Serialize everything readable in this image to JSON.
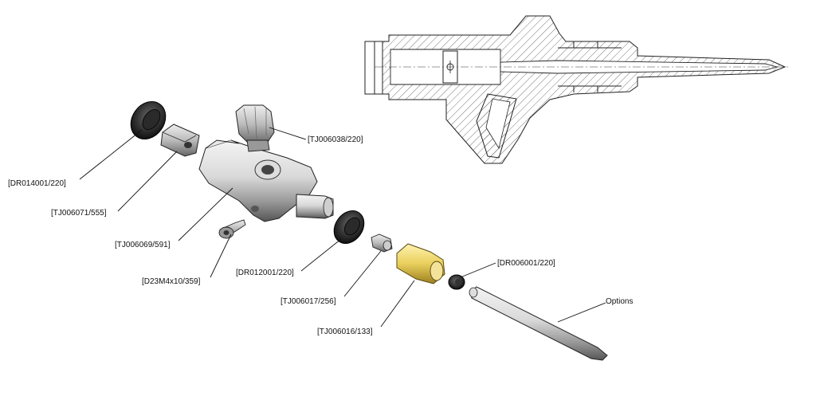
{
  "labels": {
    "dr014001": "[DR014001/220]",
    "tj006071": "[TJ006071/555]",
    "tj006069": "[TJ006069/591]",
    "d23m4x10": "[D23M4x10/359]",
    "tj006038": "[TJ006038/220]",
    "dr012001": "[DR012001/220]",
    "tj006017": "[TJ006017/256]",
    "tj006016": "[TJ006016/133]",
    "dr006001": "[DR006001/220]",
    "options": "Options"
  }
}
